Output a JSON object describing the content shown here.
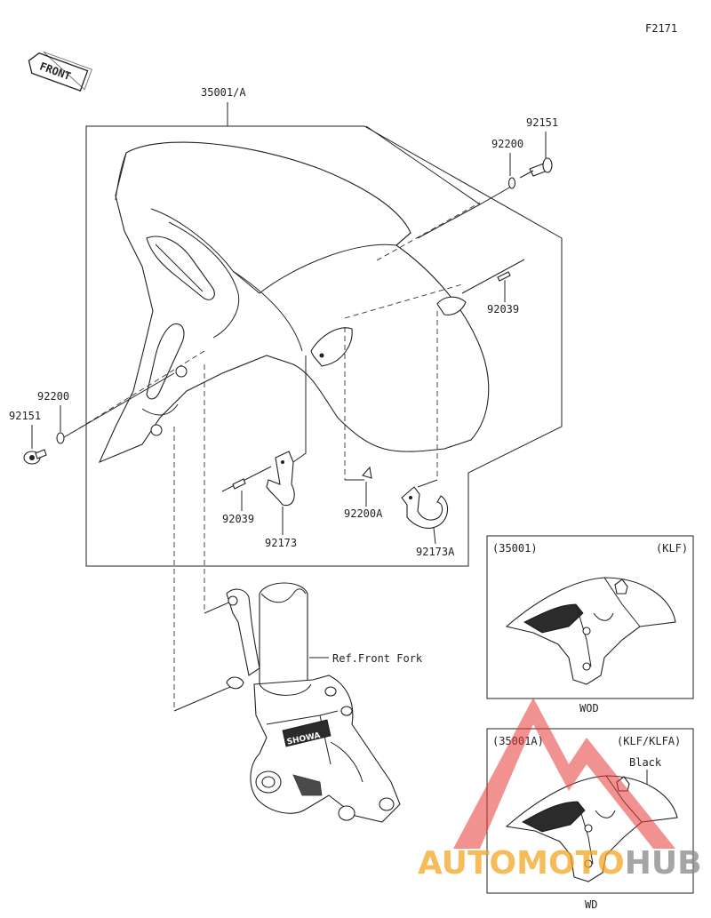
{
  "figure_code": "F2171",
  "front_arrow_label": "FRONT",
  "main_assembly_label": "35001/A",
  "parts": {
    "screw_right": "92151",
    "washer_right": "92200",
    "pin_right": "92039",
    "screw_left": "92151",
    "washer_left": "92200",
    "pin_left": "92039",
    "clamp": "92173",
    "washer_small": "92200A",
    "clamp_a": "92173A"
  },
  "reference_label": "Ref.Front Fork",
  "fork_brand": "SHOWA",
  "inset_top": {
    "part_no": "(35001)",
    "model": "(KLF)",
    "color_code": "WOD"
  },
  "inset_bottom": {
    "part_no": "(35001A)",
    "model": "(KLF/KLFA)",
    "color_name": "Black",
    "color_code": "WD"
  },
  "watermark": {
    "prefix": "AUTOMO",
    "middle": "TO",
    "suffix": "HUB",
    "color_red": "#e53935",
    "color_orange": "#f5a623",
    "color_gray": "#888888"
  }
}
